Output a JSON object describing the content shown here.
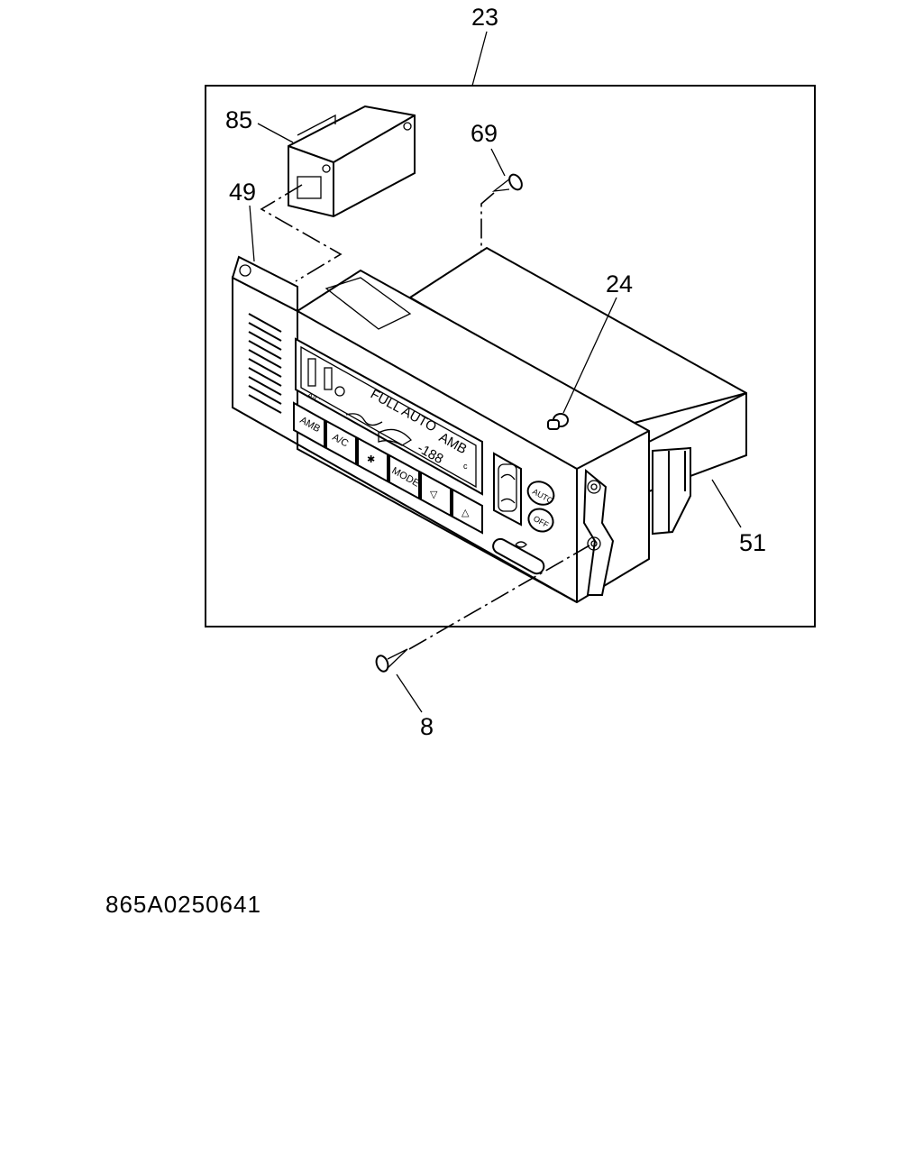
{
  "callouts": {
    "assembly": "23",
    "sensor": "85",
    "screw_upper": "69",
    "harness": "49",
    "bulb": "24",
    "connector": "51",
    "screw_lower": "8"
  },
  "drawing_number": "865A0250641",
  "panel": {
    "display": {
      "mode_text": "FULL AUTO",
      "amb_text": "AMB",
      "temp_text": "-188",
      "unit_text": "c",
      "ac_small": "A/C"
    },
    "buttons": {
      "amb": "AMB",
      "ac": "A/C",
      "mode": "MODE",
      "down": "▽",
      "up": "△",
      "auto": "AUTO",
      "off": "OFF"
    }
  }
}
